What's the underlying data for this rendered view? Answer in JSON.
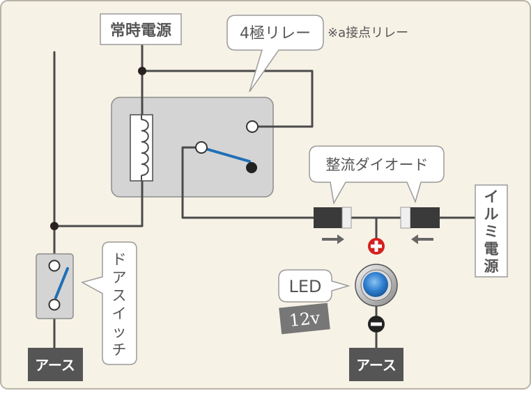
{
  "labels": {
    "constant_power": "常時電源",
    "relay_title": "4極リレー",
    "relay_note": "※a接点リレー",
    "rectifier_diode": "整流ダイオード",
    "illumi_power": [
      "イ",
      "ル",
      "ミ",
      "電",
      "源"
    ],
    "door_switch": [
      "ド",
      "ア",
      "ス",
      "イ",
      "ッ",
      "チ"
    ],
    "led": "LED",
    "led_voltage": "12v",
    "ground_left": "アース",
    "ground_right": "アース",
    "plus_sign": "+",
    "minus_sign": "−"
  },
  "colors": {
    "background": "#f7f2e6",
    "border": "#b8b3a6",
    "wire": "#4a4a4a",
    "relay_body": "#d4d4d4",
    "switch_blade": "#1f6fb5",
    "diode_body": "#3a3a3a",
    "diode_band": "#efefef",
    "label_bg": "#ffffff",
    "label_border": "#9a9a9a",
    "ground_bg": "#555555",
    "voltage_bg": "#777777",
    "plus_terminal": "#d42020",
    "minus_terminal": "#222222",
    "led_blue": "#2f7fd0",
    "arrow": "#666666"
  },
  "icons": {
    "relay_coil": "coil-icon",
    "diode": "diode-icon",
    "led": "led-bulb-icon",
    "plus": "plus-terminal-icon",
    "minus": "minus-terminal-icon",
    "current_arrow": "arrow-icon"
  }
}
